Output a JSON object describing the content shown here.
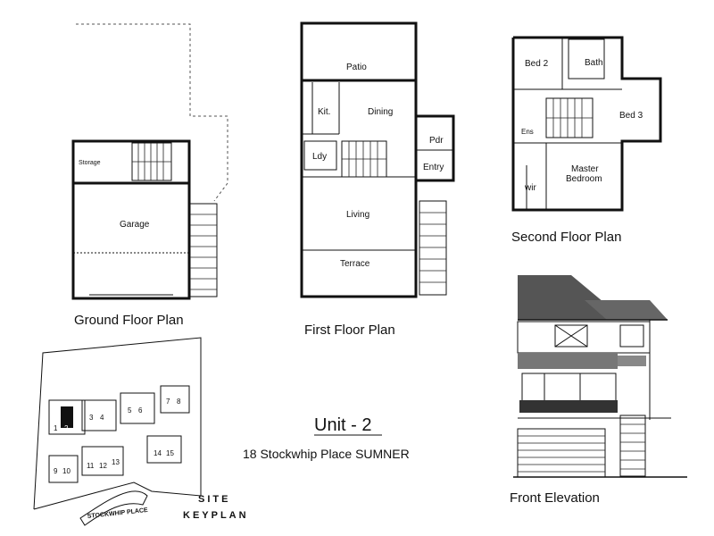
{
  "ground_floor": {
    "caption": "Ground Floor Plan",
    "rooms": {
      "storage": "Storage",
      "garage": "Garage"
    }
  },
  "first_floor": {
    "caption": "First Floor Plan",
    "rooms": {
      "patio": "Patio",
      "kitchen": "Kit.",
      "dining": "Dining",
      "powder": "Pdr",
      "laundry": "Ldy",
      "entry": "Entry",
      "living": "Living",
      "terrace": "Terrace"
    }
  },
  "second_floor": {
    "caption": "Second Floor Plan",
    "rooms": {
      "bed2": "Bed 2",
      "bath": "Bath",
      "bed3": "Bed 3",
      "ens": "Ens",
      "master": "Master",
      "bedroom": "Bedroom",
      "wir": "wir"
    }
  },
  "site": {
    "caption_line1": "SITE",
    "caption_line2": "KEYPLAN",
    "street": "STOCKWHIP PLACE",
    "lots": [
      "1",
      "2",
      "3",
      "4",
      "5",
      "6",
      "7",
      "8",
      "9",
      "10",
      "11",
      "12",
      "13",
      "14",
      "15"
    ]
  },
  "unit": {
    "title": "Unit - 2",
    "address": "18 Stockwhip Place SUMNER"
  },
  "elevation": {
    "caption": "Front Elevation"
  }
}
